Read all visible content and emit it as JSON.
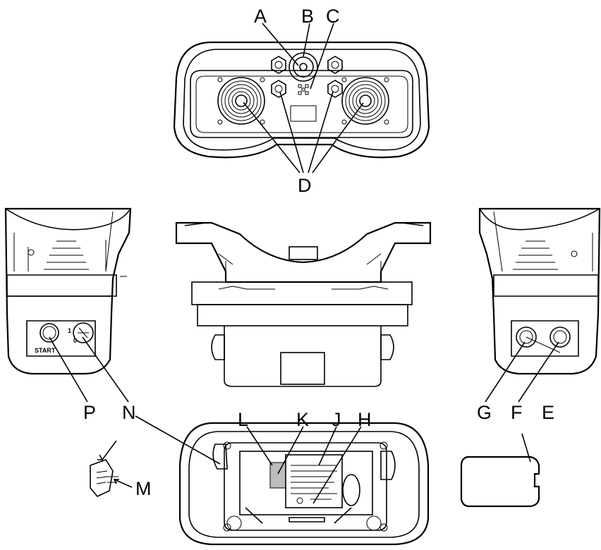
{
  "callouts": {
    "A": "A",
    "B": "B",
    "C": "C",
    "D": "D",
    "E": "E",
    "F": "F",
    "G": "G",
    "H": "H",
    "J": "J",
    "K": "K",
    "L": "L",
    "M": "M",
    "N": "N",
    "P": "P"
  },
  "side_panel": {
    "start_text": "START",
    "key_pos_1": "1",
    "key_pos_0": "0"
  }
}
